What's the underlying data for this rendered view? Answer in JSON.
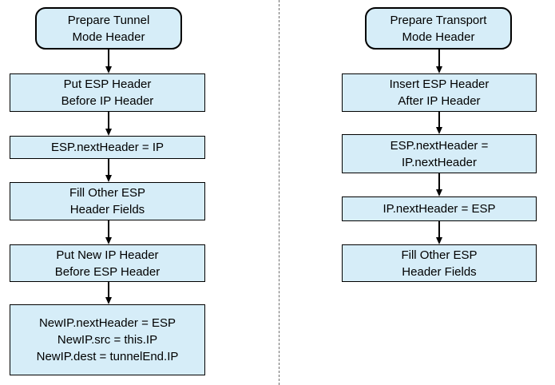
{
  "diagram": {
    "type": "flowchart",
    "description": "Two vertical flowcharts separated by a dashed divider: ESP header preparation in IPsec Tunnel Mode (left) and Transport Mode (right).",
    "colors": {
      "node_fill": "#d6edf8",
      "node_border": "#000000",
      "divider": "#6e6e6e",
      "background": "#ffffff"
    },
    "flows": {
      "tunnel": {
        "start": "Prepare Tunnel\nMode Header",
        "steps": [
          "Put ESP Header\nBefore IP Header",
          "ESP.nextHeader = IP",
          "Fill Other ESP\nHeader Fields",
          "Put New IP Header\nBefore ESP Header",
          "NewIP.nextHeader = ESP\nNewIP.src = this.IP\nNewIP.dest = tunnelEnd.IP"
        ]
      },
      "transport": {
        "start": "Prepare Transport\nMode Header",
        "steps": [
          "Insert ESP Header\nAfter IP Header",
          "ESP.nextHeader =\nIP.nextHeader",
          "IP.nextHeader = ESP",
          "Fill Other ESP\nHeader Fields"
        ]
      }
    }
  }
}
